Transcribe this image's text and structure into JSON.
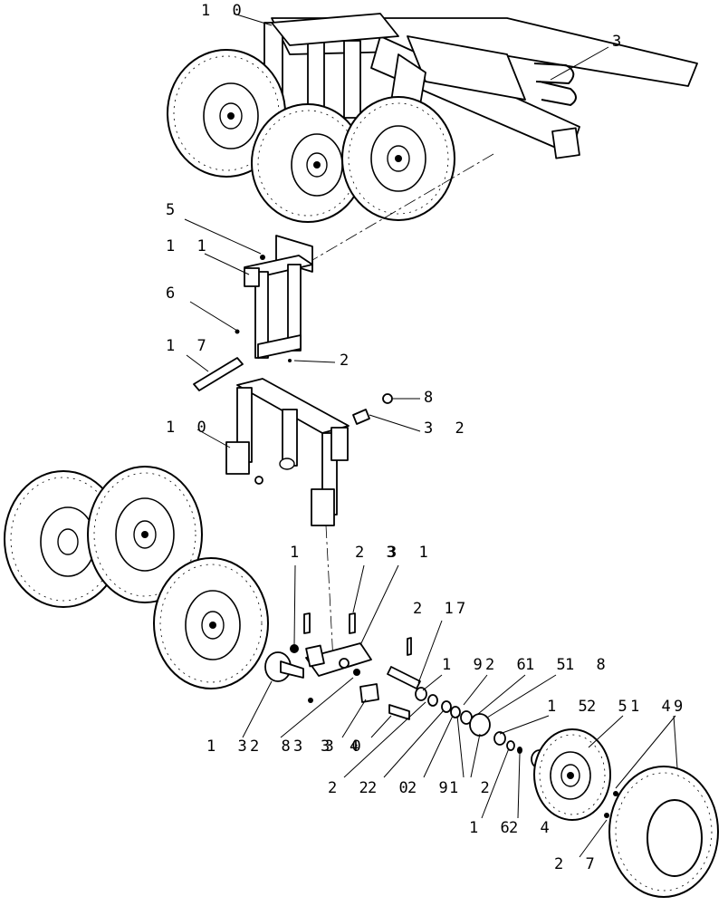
{
  "callouts": [
    {
      "id": "c10a",
      "text": "1 0"
    },
    {
      "id": "c3",
      "text": "3"
    },
    {
      "id": "c5",
      "text": "5"
    },
    {
      "id": "c11",
      "text": "1 1"
    },
    {
      "id": "c6",
      "text": "6"
    },
    {
      "id": "c17",
      "text": "1 7"
    },
    {
      "id": "c2",
      "text": "2"
    },
    {
      "id": "c8",
      "text": "8"
    },
    {
      "id": "c32",
      "text": "3 2"
    },
    {
      "id": "c10b",
      "text": "1 0"
    },
    {
      "id": "c1",
      "text": "1"
    },
    {
      "id": "c23",
      "text": "2 3"
    },
    {
      "id": "c31",
      "text": "3 1"
    },
    {
      "id": "c21",
      "text": "2 1"
    },
    {
      "id": "c7",
      "text": "7"
    },
    {
      "id": "c19",
      "text": "1 9"
    },
    {
      "id": "c26",
      "text": "2 6"
    },
    {
      "id": "c15a",
      "text": "1 5"
    },
    {
      "id": "c18",
      "text": "1 8"
    },
    {
      "id": "c15b",
      "text": "1 5"
    },
    {
      "id": "c25",
      "text": "2 5"
    },
    {
      "id": "c14",
      "text": "1 4"
    },
    {
      "id": "c9",
      "text": "9"
    },
    {
      "id": "c13",
      "text": "1 3"
    },
    {
      "id": "c28",
      "text": "2 8"
    },
    {
      "id": "c33",
      "text": "3 3"
    },
    {
      "id": "c30",
      "text": "3 0"
    },
    {
      "id": "c4",
      "text": "4"
    },
    {
      "id": "c22",
      "text": "2 2"
    },
    {
      "id": "c20",
      "text": "2 0"
    },
    {
      "id": "c29",
      "text": "2 9"
    },
    {
      "id": "c12",
      "text": "1 2"
    },
    {
      "id": "c16",
      "text": "1 6"
    },
    {
      "id": "c24",
      "text": "2 4"
    },
    {
      "id": "c27",
      "text": "2 7"
    }
  ]
}
